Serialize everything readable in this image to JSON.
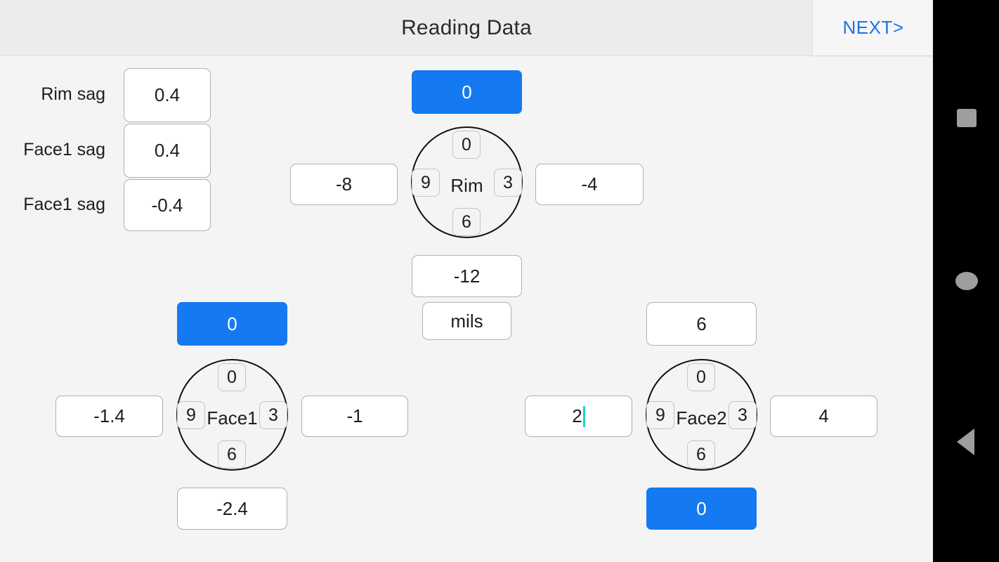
{
  "header": {
    "title": "Reading Data",
    "next_label": "NEXT>",
    "next_color": "#1a73e8",
    "background": "#ececec"
  },
  "theme": {
    "page_background": "#f4f4f4",
    "accent_blue": "#1579f2",
    "field_border": "#b0b0b0",
    "tick_border": "#c4c4c4",
    "caret_color": "#16d8c2",
    "navbar_background": "#000000",
    "navbar_icon": "#9e9e9e"
  },
  "sag_panel": {
    "rows": [
      {
        "label": "Rim sag",
        "value": "0.4"
      },
      {
        "label": "Face1 sag",
        "value": "0.4"
      },
      {
        "label": "Face1 sag",
        "value": "-0.4"
      }
    ]
  },
  "units": {
    "value": "mils"
  },
  "dials": [
    {
      "id": "rim",
      "name": "Rim",
      "top": {
        "value": "0",
        "highlighted": true
      },
      "left": {
        "value": "-8",
        "highlighted": false
      },
      "right": {
        "value": "-4",
        "highlighted": false
      },
      "bottom": {
        "value": "-12",
        "highlighted": false
      },
      "ticks": {
        "top": "0",
        "right": "3",
        "bottom": "6",
        "left": "9"
      }
    },
    {
      "id": "face1",
      "name": "Face1",
      "top": {
        "value": "0",
        "highlighted": true
      },
      "left": {
        "value": "-1.4",
        "highlighted": false
      },
      "right": {
        "value": "-1",
        "highlighted": false
      },
      "bottom": {
        "value": "-2.4",
        "highlighted": false
      },
      "ticks": {
        "top": "0",
        "right": "3",
        "bottom": "6",
        "left": "9"
      }
    },
    {
      "id": "face2",
      "name": "Face2",
      "top": {
        "value": "6",
        "highlighted": false
      },
      "left": {
        "value": "2",
        "highlighted": false,
        "focused": true
      },
      "right": {
        "value": "4",
        "highlighted": false
      },
      "bottom": {
        "value": "0",
        "highlighted": true
      },
      "ticks": {
        "top": "0",
        "right": "3",
        "bottom": "6",
        "left": "9"
      }
    }
  ],
  "navbar": {
    "recents": "square-recents-icon",
    "home": "circle-home-icon",
    "back": "triangle-back-icon"
  }
}
